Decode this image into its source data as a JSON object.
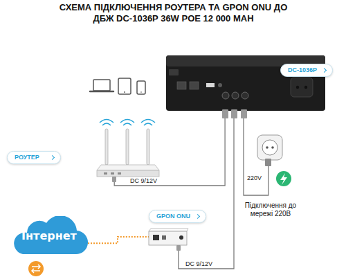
{
  "diagram": {
    "title": "СХЕМА ПІДКЛЮЧЕННЯ РОУТЕРА ТА GPON ONU ДО ДБЖ DC-1036P 36W POE 12 000 MAH",
    "nodes": [
      {
        "text": [
          "DC-1036P"
        ]
      },
      {
        "text": [
          "РОУТЕР"
        ]
      },
      {
        "text": [
          "Підключення до мережі 220В"
        ]
      },
      {
        "text": [
          "GPON ONU"
        ]
      },
      {
        "text": [
          "Інтернет"
        ]
      }
    ],
    "edges": [
      {
        "from": 0,
        "to": 1,
        "label": "DC 9/12V",
        "arrow": "none"
      },
      {
        "from": 2,
        "to": 0,
        "label": "220V",
        "arrow": "none"
      },
      {
        "from": 0,
        "to": 3,
        "label": "DC 9/12V",
        "arrow": "none"
      },
      {
        "from": 4,
        "to": 3,
        "arrow": "none"
      }
    ]
  }
}
